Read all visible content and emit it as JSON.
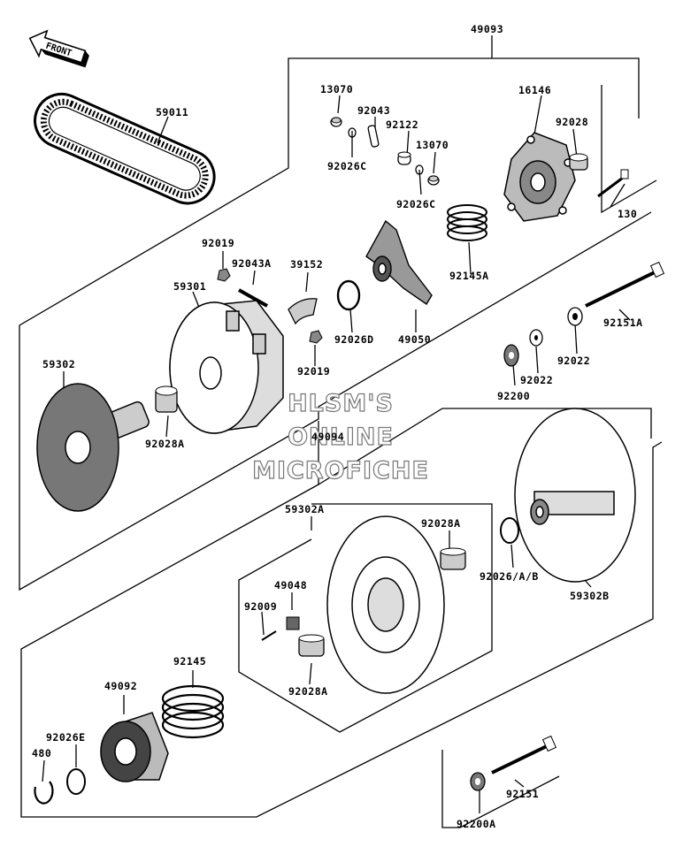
{
  "watermark": {
    "line1": "HLSM'S",
    "line2": "ONLINE",
    "line3": "MICROFICHE"
  },
  "front_arrow_label": "FRONT",
  "parts": {
    "p49093": "49093",
    "p59011": "59011",
    "p13070a": "13070",
    "p92043": "92043",
    "p92122": "92122",
    "p13070b": "13070",
    "p92026Ca": "92026C",
    "p92026Cb": "92026C",
    "p16146": "16146",
    "p92028": "92028",
    "p130": "130",
    "p92145A": "92145A",
    "p92019a": "92019",
    "p92043A": "92043A",
    "p39152": "39152",
    "p59301": "59301",
    "p92026D": "92026D",
    "p49050": "49050",
    "p92019b": "92019",
    "p92151A": "92151A",
    "p92022a": "92022",
    "p92022b": "92022",
    "p92200": "92200",
    "p59302": "59302",
    "p92028Aa": "92028A",
    "p49094": "49094",
    "p59302A": "59302A",
    "p92028Ab": "92028A",
    "p92026AB": "92026/A/B",
    "p59302B": "59302B",
    "p49048": "49048",
    "p92009": "92009",
    "p92028Ac": "92028A",
    "p92145": "92145",
    "p49092": "49092",
    "p92026E": "92026E",
    "p480": "480",
    "p92151": "92151",
    "p92200A": "92200A"
  }
}
